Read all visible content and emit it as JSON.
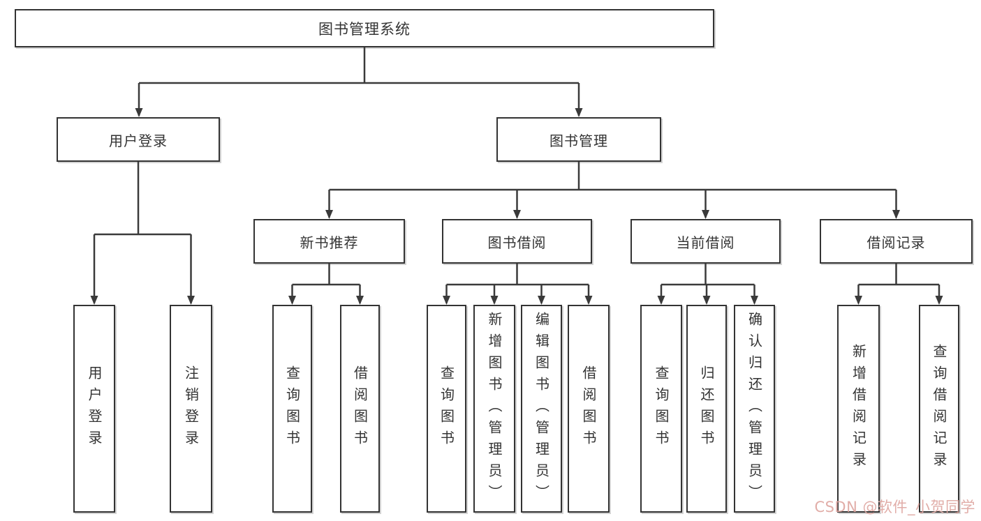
{
  "colors": {
    "line": "#3a3a3a",
    "box_border": "#333333",
    "text": "#333333",
    "watermark": "#dfa7a1",
    "background": "#ffffff"
  },
  "diagram": {
    "root": {
      "label": "图书管理系统"
    },
    "branches": [
      {
        "label": "用户登录",
        "children": [
          {
            "label": "用户登录"
          },
          {
            "label": "注销登录"
          }
        ]
      },
      {
        "label": "图书管理",
        "children": [
          {
            "label": "新书推荐",
            "children": [
              {
                "label": "查询图书"
              },
              {
                "label": "借阅图书"
              }
            ]
          },
          {
            "label": "图书借阅",
            "children": [
              {
                "label": "查询图书"
              },
              {
                "label": "新增图书（管理员）"
              },
              {
                "label": "编辑图书（管理员）"
              },
              {
                "label": "借阅图书"
              }
            ]
          },
          {
            "label": "当前借阅",
            "children": [
              {
                "label": "查询图书"
              },
              {
                "label": "归还图书"
              },
              {
                "label": "确认归还（管理员）"
              }
            ]
          },
          {
            "label": "借阅记录",
            "children": [
              {
                "label": "新增借阅记录"
              },
              {
                "label": "查询借阅记录"
              }
            ]
          }
        ]
      }
    ]
  },
  "watermark": {
    "text": "CSDN @软件_小贺同学"
  }
}
